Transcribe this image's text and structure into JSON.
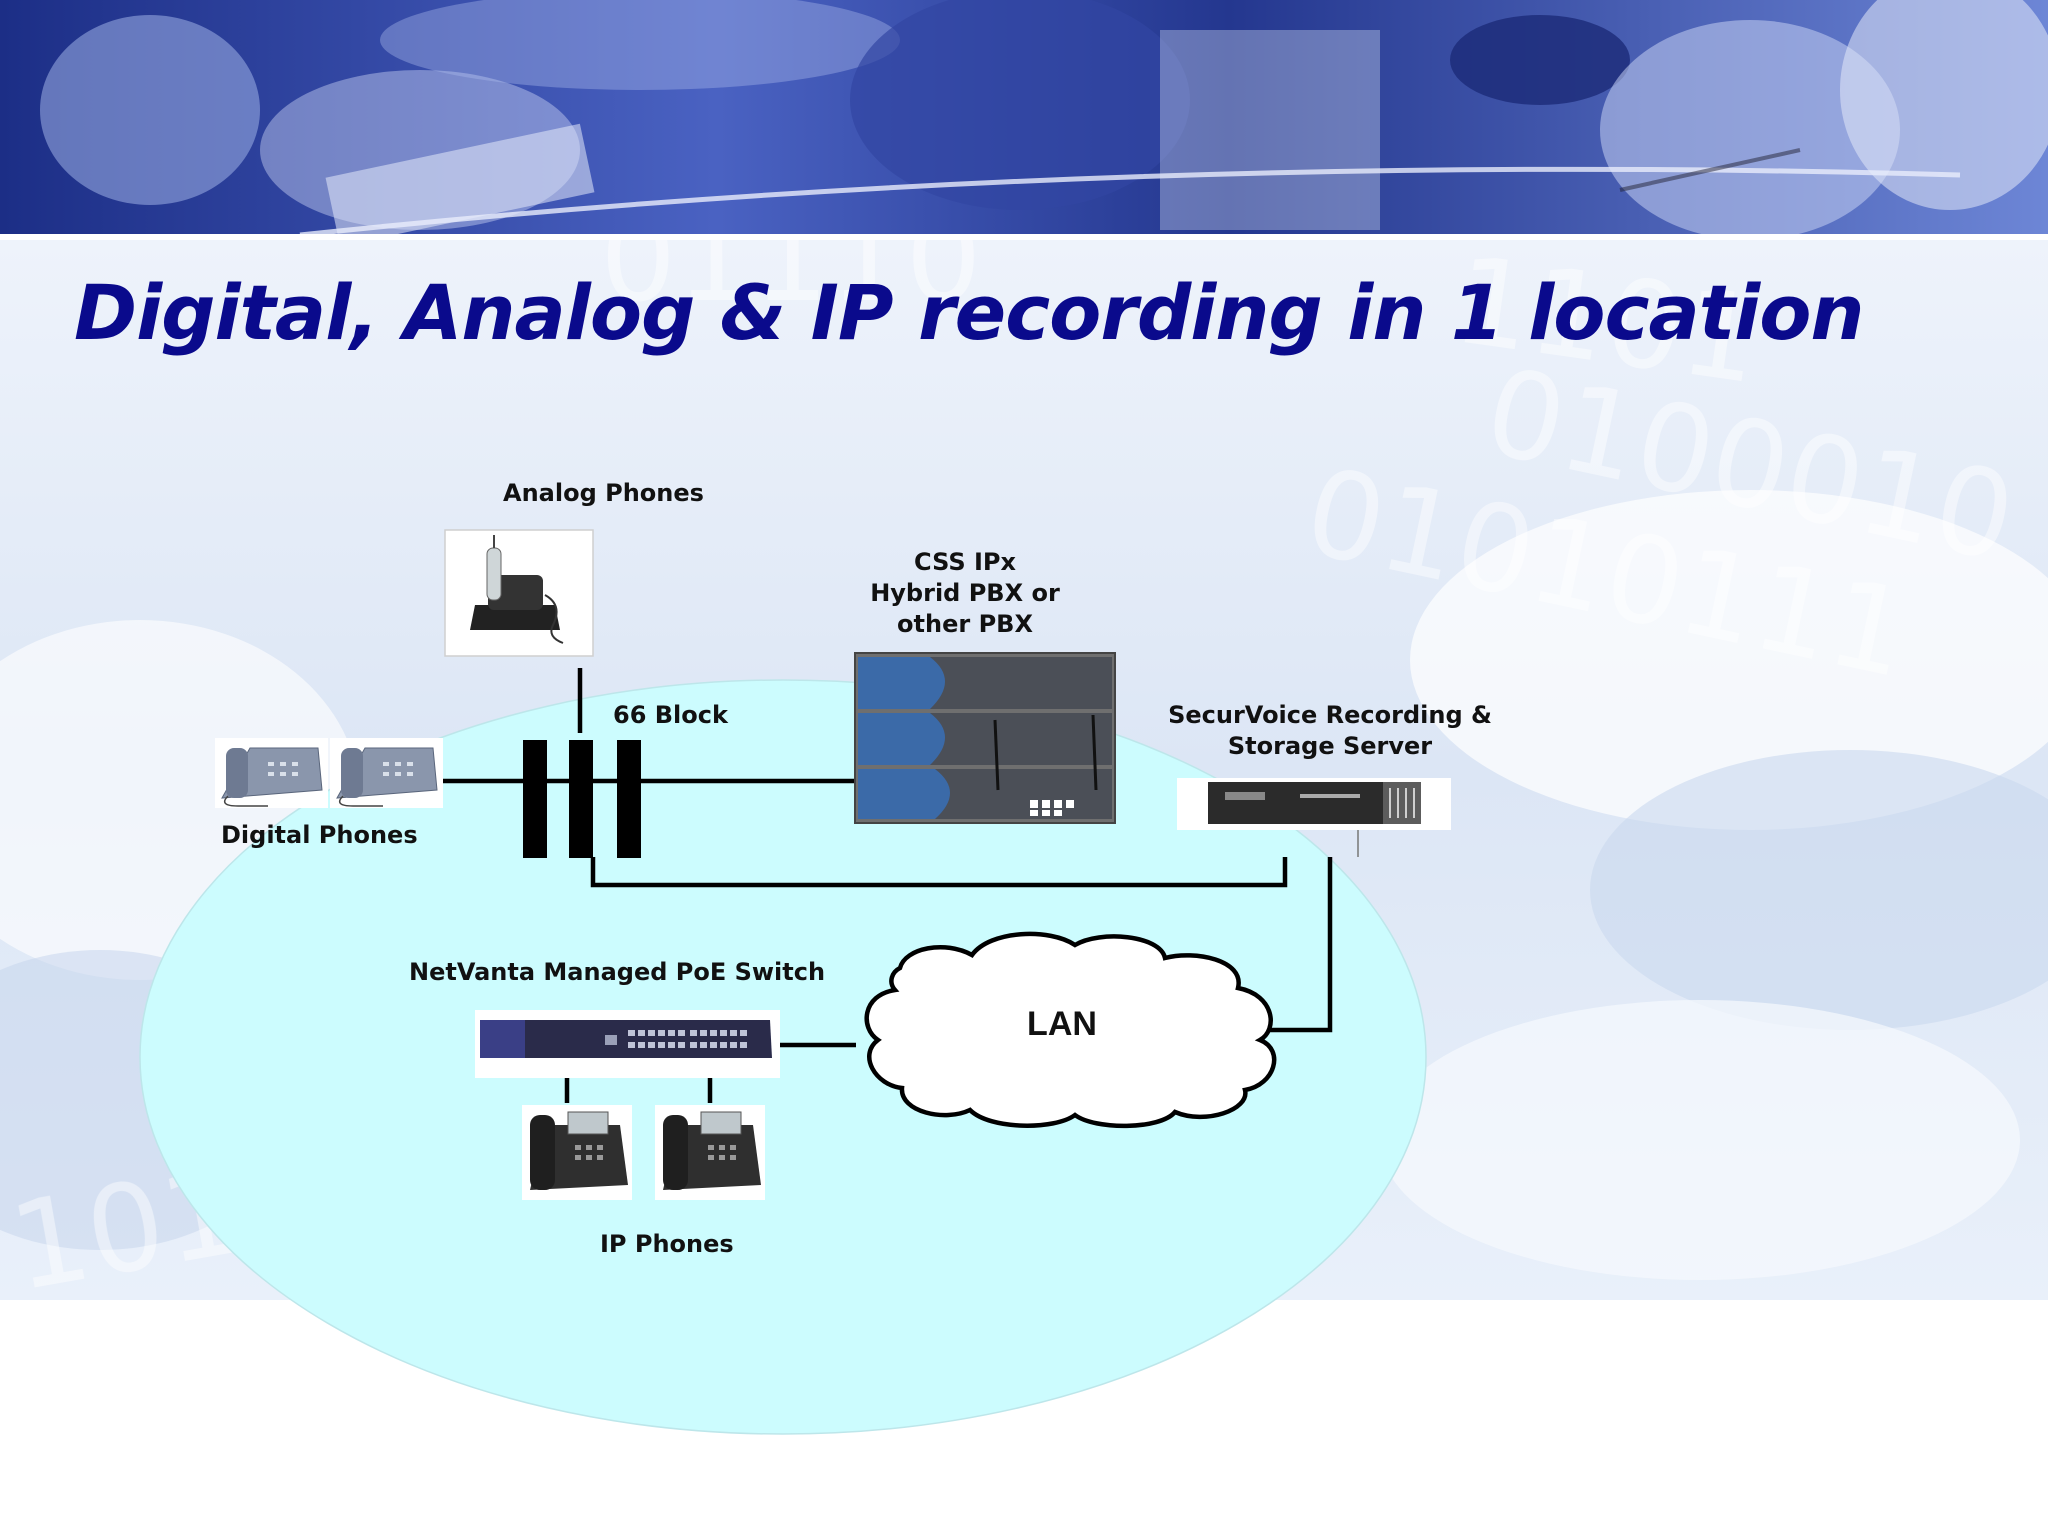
{
  "slide": {
    "title": "Digital, Analog & IP recording in 1 location"
  },
  "diagram": {
    "analog_phones_label": "Analog Phones",
    "pbx_label": [
      "CSS IPx",
      "Hybrid PBX or",
      "other PBX"
    ],
    "block_label": "66 Block",
    "server_label": [
      "SecurVoice Recording &",
      "Storage Server"
    ],
    "digital_phones_label": "Digital Phones",
    "switch_label": "NetVanta Managed PoE Switch",
    "lan_label": "LAN",
    "ip_phones_label": "IP Phones"
  },
  "colors": {
    "title": "#0a0a8c",
    "ellipse_fill": "#ccfcfe",
    "banner_blue": "#2b3f9c"
  }
}
